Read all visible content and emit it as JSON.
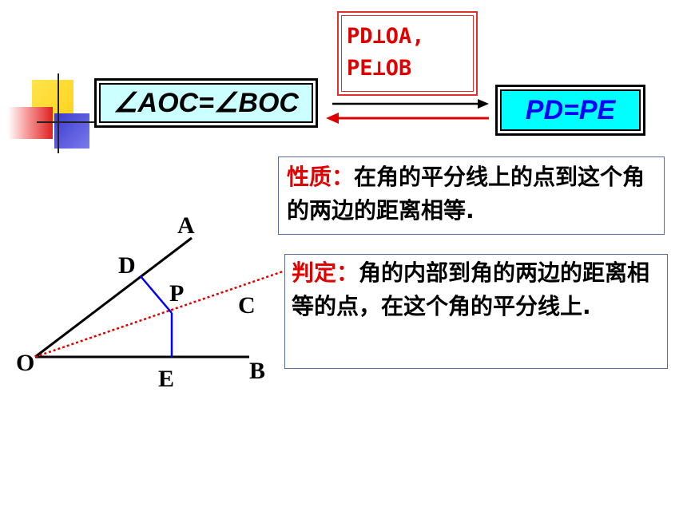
{
  "diagram": {
    "left_condition": "∠AOC=∠BOC",
    "perp_condition_line1": "PD⊥OA,",
    "perp_condition_line2": "PE⊥OB",
    "right_result": "PD=PE",
    "property": {
      "lead": "性质：",
      "text": "在角的平分线上的点到这个角的两边的距离相等."
    },
    "judgement": {
      "lead": "判定：",
      "text": "角的内部到角的两边的距离相等的点，在这个角的平分线上."
    },
    "points": {
      "O": "O",
      "A": "A",
      "B": "B",
      "C": "C",
      "D": "D",
      "E": "E",
      "P": "P"
    },
    "colors": {
      "accent_red": "#e00000",
      "result_fill": "#00ffff",
      "condition_fill": "#ccffff",
      "result_text": "#0000ff",
      "perpendicular": "#0000ff"
    }
  }
}
